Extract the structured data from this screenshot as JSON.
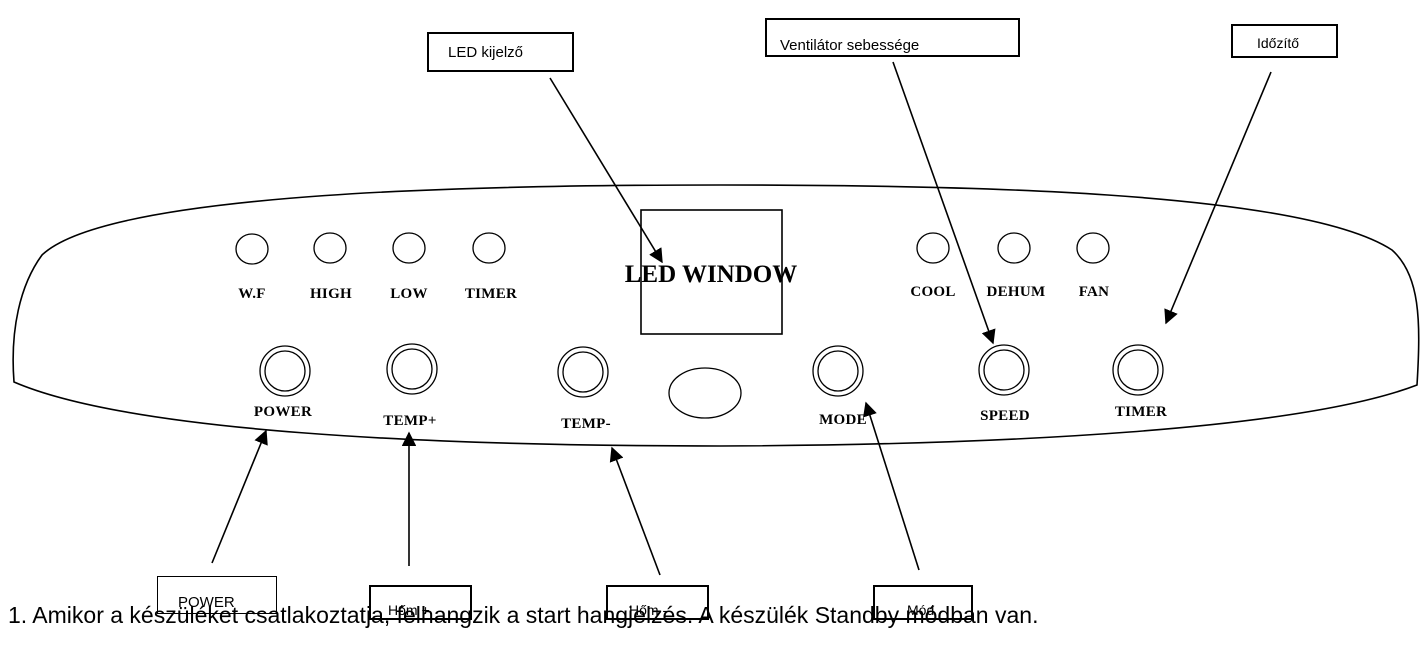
{
  "panel": {
    "indicators_left": [
      "W.F",
      "HIGH",
      "LOW",
      "TIMER"
    ],
    "indicators_right": [
      "COOL",
      "DEHUM",
      "FAN"
    ],
    "led_window": "LED WINDOW",
    "buttons": [
      "POWER",
      "TEMP+",
      "TEMP-",
      "MODE",
      "SPEED",
      "TIMER"
    ]
  },
  "callouts": {
    "led_display": "LED kijelző",
    "fan_speed": "Ventilátor sebessége",
    "timer": "Időzítő",
    "power": "POWER",
    "temp_up": "Hőm +",
    "temp_down": "Hőm -",
    "mode": "Mód"
  },
  "note": "1. Amikor a készüléket csatlakoztatja, felhangzik a start hangjelzés. A készülék Standby módban van."
}
